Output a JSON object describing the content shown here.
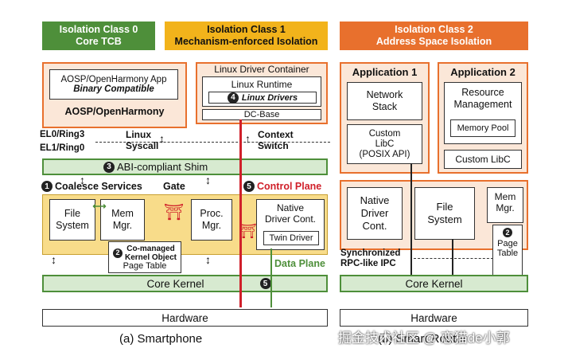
{
  "headers": {
    "class0": {
      "line1": "Isolation Class 0",
      "line2": "Core TCB"
    },
    "class1": {
      "line1": "Isolation Class 1",
      "line2": "Mechanism-enforced Isolation"
    },
    "class2": {
      "line1": "Isolation Class 2",
      "line2": "Address Space Isolation"
    }
  },
  "smartphone": {
    "aosp_app": "AOSP/OpenHarmony App",
    "binary_compatible": "Binary Compatible",
    "aosp": "AOSP/OpenHarmony",
    "linux_driver_container": "Linux Driver Container",
    "linux_runtime": "Linux Runtime",
    "linux_drivers_num": "4",
    "linux_drivers": "Linux Drivers",
    "dc_base": "DC-Base",
    "el0": "EL0/Ring3",
    "el1": "EL1/Ring0",
    "linux_syscall": "Linux\nSyscall",
    "context_switch": "Context\nSwitch",
    "abi_shim_num": "3",
    "abi_shim": "ABI-compliant Shim",
    "coalesce_num": "1",
    "coalesce": "Coalesce Services",
    "gate": "Gate",
    "control_plane_num": "5",
    "control_plane": "Control Plane",
    "file_system": "File\nSystem",
    "mem_mgr": "Mem\nMgr.",
    "proc_mgr": "Proc.\nMgr.",
    "native_driver": "Native\nDriver Cont.",
    "twin_driver": "Twin Driver",
    "co_managed_num": "2",
    "co_managed": "Co-managed\nKernel Object",
    "page_table": "Page Table",
    "data_plane": "Data Plane",
    "core_kernel": "Core Kernel",
    "core_kernel_num": "5",
    "hardware": "Hardware",
    "caption": "(a) Smartphone"
  },
  "router": {
    "app1": "Application 1",
    "network_stack": "Network\nStack",
    "custom_libc": "Custom\nLibC\n(POSIX API)",
    "app2": "Application 2",
    "resource_mgmt": "Resource\nManagement",
    "memory_pool": "Memory Pool",
    "custom_libc2": "Custom LibC",
    "native_driver": "Native\nDriver\nCont.",
    "file_system": "File\nSystem",
    "mem_mgr": "Mem\nMgr.",
    "page_table_num": "2",
    "page_table": "Page\nTable",
    "rpc": "Synchronized\nRPC-like IPC",
    "core_kernel": "Core Kernel",
    "hardware": "Hardware",
    "caption": "(b) Smart Router"
  },
  "watermark": "掘金技术社区 @ 恋猫de小郭",
  "colors": {
    "green": "#4e8f3a",
    "yellow": "#f2b31b",
    "orange": "#e8702d",
    "red": "#d0202a"
  }
}
